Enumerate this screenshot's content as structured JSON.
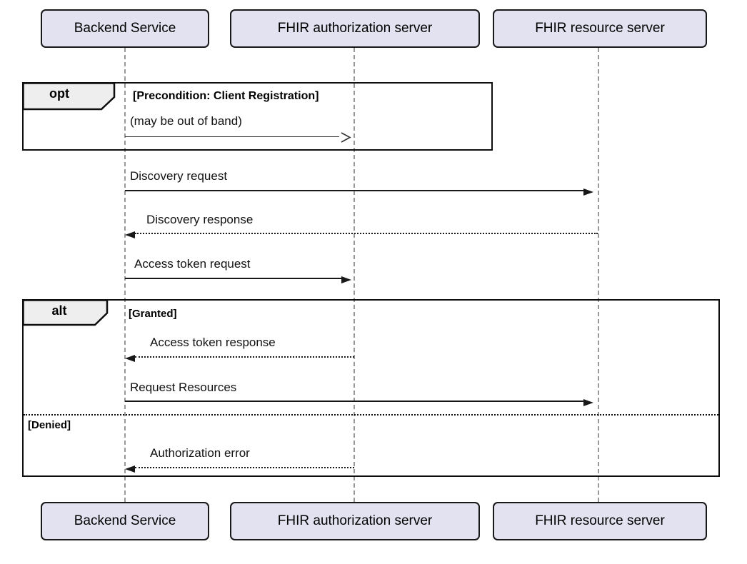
{
  "diagram_type": "uml-sequence-diagram",
  "participants": [
    {
      "name": "Backend Service"
    },
    {
      "name": "FHIR authorization server"
    },
    {
      "name": "FHIR resource server"
    }
  ],
  "fragments": {
    "opt": {
      "operator": "opt",
      "guard": "[Precondition: Client Registration]"
    },
    "alt": {
      "operator": "alt",
      "guard_granted": "[Granted]",
      "guard_denied": "[Denied]"
    }
  },
  "messages": [
    {
      "label": "(may be out of band)",
      "from": "Backend Service",
      "to": "FHIR authorization server",
      "line": "solid",
      "arrowhead": "open"
    },
    {
      "label": "Discovery request",
      "from": "Backend Service",
      "to": "FHIR resource server",
      "line": "solid",
      "arrowhead": "filled"
    },
    {
      "label": "Discovery response",
      "from": "FHIR resource server",
      "to": "Backend Service",
      "line": "dotted",
      "arrowhead": "filled"
    },
    {
      "label": "Access token request",
      "from": "Backend Service",
      "to": "FHIR authorization server",
      "line": "solid",
      "arrowhead": "filled"
    },
    {
      "label": "Access token response",
      "from": "FHIR authorization server",
      "to": "Backend Service",
      "line": "dotted",
      "arrowhead": "filled"
    },
    {
      "label": "Request Resources",
      "from": "Backend Service",
      "to": "FHIR resource server",
      "line": "solid",
      "arrowhead": "filled"
    },
    {
      "label": "Authorization error",
      "from": "FHIR authorization server",
      "to": "Backend Service",
      "line": "dotted",
      "arrowhead": "filled"
    }
  ],
  "colors": {
    "background": "#FFFFFF",
    "participant_fill": "#E2E2F0",
    "participant_border": "#181818",
    "fragment_border": "#0E0E0E",
    "fragment_tab_fill": "#EEEEEE",
    "lifeline": "#999999",
    "arrow": "#181818",
    "text": "#000000"
  }
}
